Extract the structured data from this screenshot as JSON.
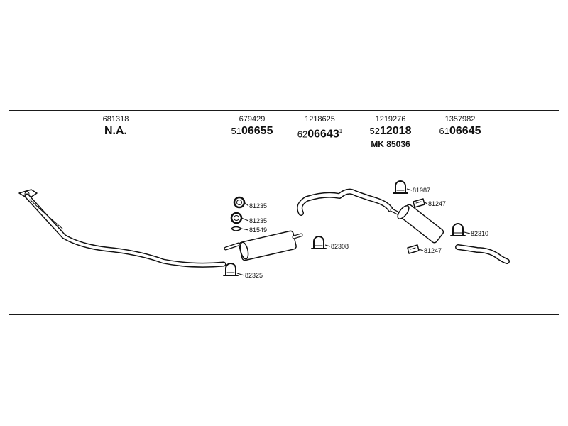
{
  "columns": [
    {
      "oe": "681318",
      "part": "N.A.",
      "prefix": "",
      "main": "",
      "note": "",
      "extra": ""
    },
    {
      "oe": "679429",
      "part": "",
      "prefix": "51",
      "main": "06655",
      "note": "",
      "extra": ""
    },
    {
      "oe": "1218625",
      "part": "",
      "prefix": "62",
      "main": "06643",
      "note": "1",
      "extra": ""
    },
    {
      "oe": "1219276",
      "part": "",
      "prefix": "52",
      "main": "12018",
      "note": "",
      "extra": "MK 85036"
    },
    {
      "oe": "1357982",
      "part": "",
      "prefix": "61",
      "main": "06645",
      "note": "",
      "extra": ""
    }
  ],
  "labels": {
    "ring1": "81235",
    "ring2": "81235",
    "ring3": "81549",
    "clamp1": "82325",
    "clamp2": "82308",
    "clamp3": "81987",
    "bracket1": "81247",
    "bracket2": "81247",
    "clamp4": "82310"
  }
}
